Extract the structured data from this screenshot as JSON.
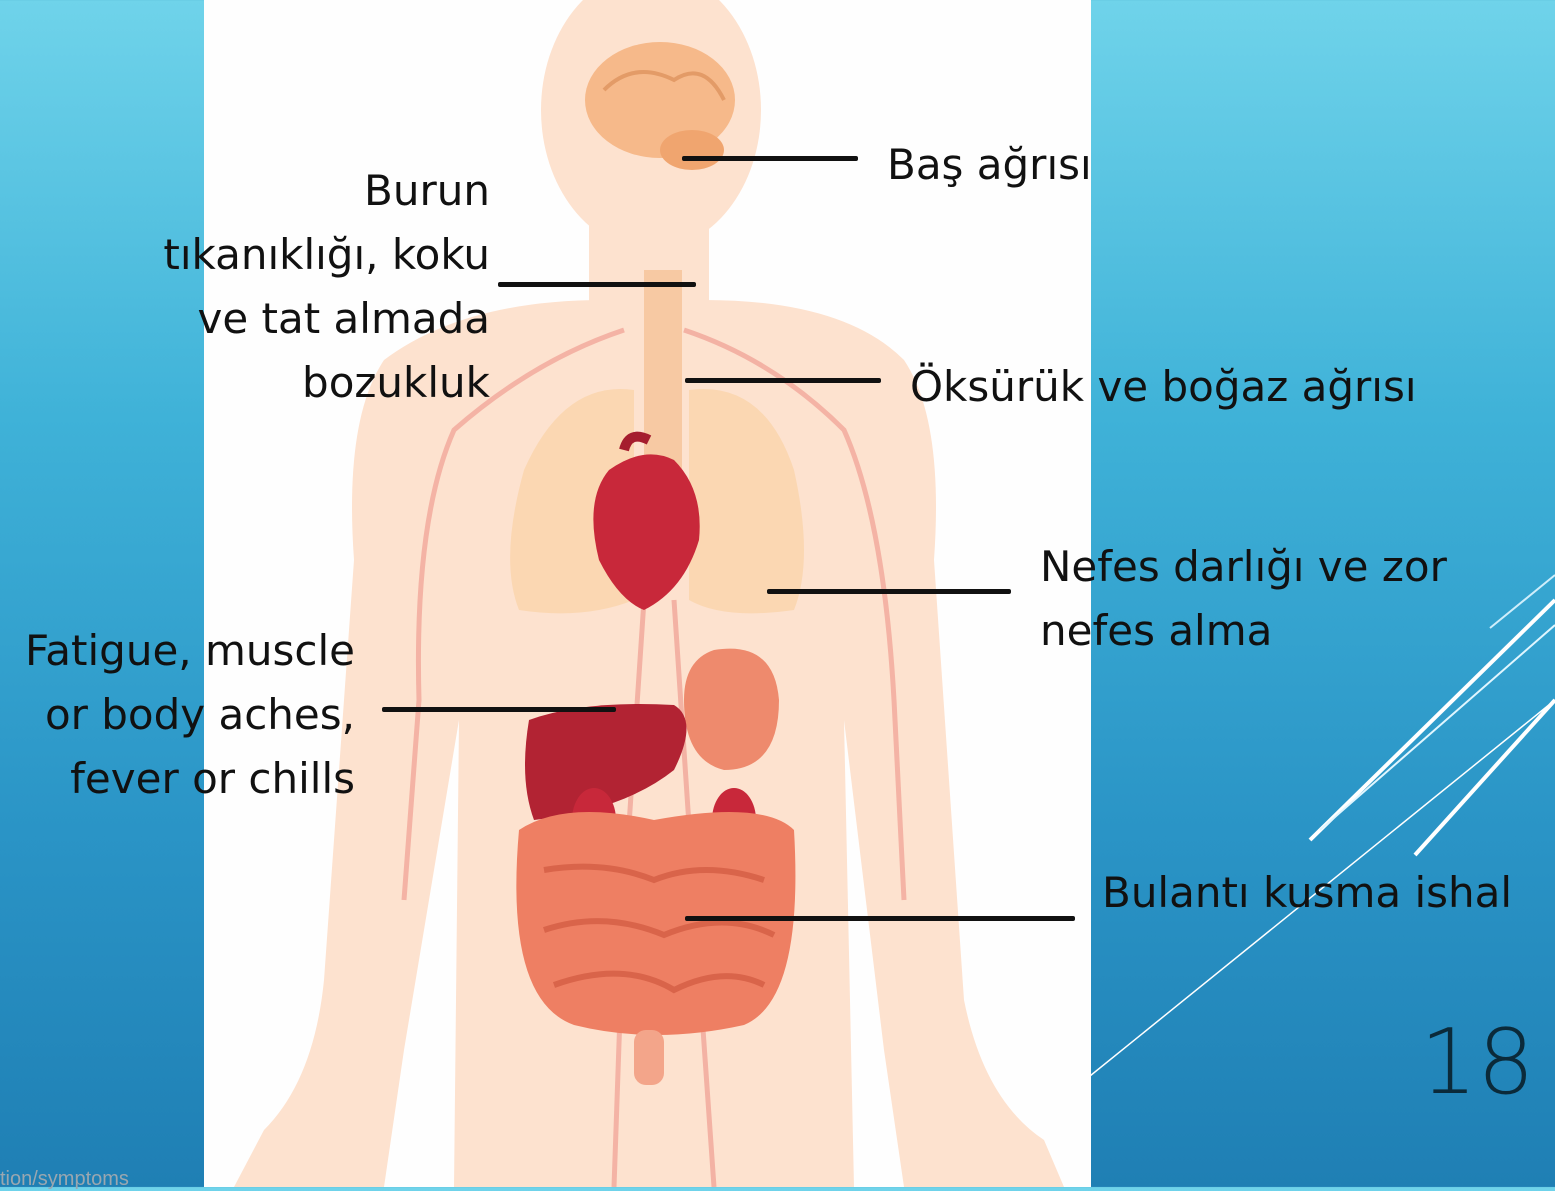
{
  "slide": {
    "page_number": "18",
    "source_fragment": "tion/symptoms"
  },
  "labels": {
    "headache": "Baş ağrısı",
    "nose": [
      "Burun",
      "tıkanıklığı, koku",
      "ve tat almada",
      "bozukluk"
    ],
    "cough": "Öksürük ve boğaz ağrısı",
    "breath": [
      "Nefes darlığı ve zor",
      "nefes alma"
    ],
    "fatigue": [
      "Fatigue, muscle",
      "or body aches,",
      "fever or chills"
    ],
    "nausea": "Bulantı kusma ishal"
  },
  "colors": {
    "background_top": "#6fd3ea",
    "background_bottom": "#1f7fb4",
    "body_skin": "#fde2cf",
    "organ_red": "#c8283a",
    "intestine": "#ee7f63"
  }
}
